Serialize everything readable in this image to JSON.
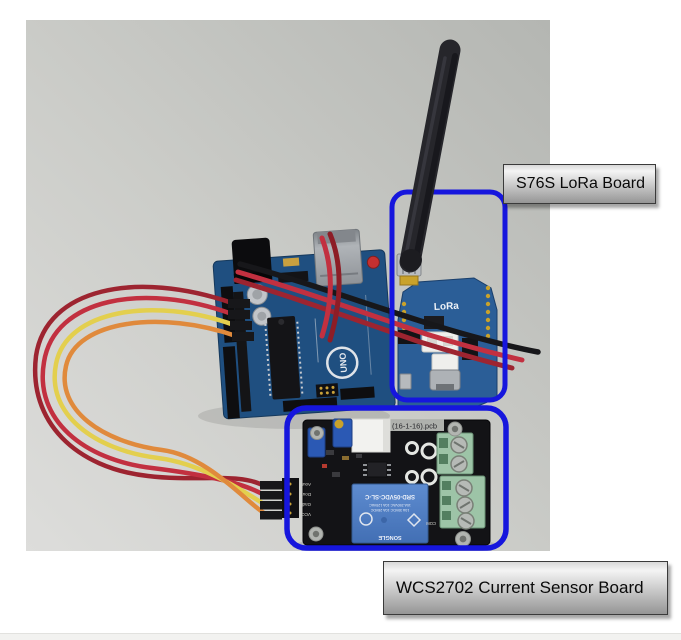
{
  "callouts": {
    "lora_label": "S76S LoRa Board",
    "sensor_label": "WCS2702 Current Sensor Board"
  },
  "photo": {
    "lora_silk": "LoRa",
    "uno_logo": "UNO",
    "pcb_note": "(16-1-16).pcb",
    "relay_line1": "SRD-05VDC-SL-C",
    "relay_ratings1": "10A 250VAC  10A 125VAC",
    "relay_ratings2": "10A 30VDC   10A 28VDC",
    "relay_brand": "SONGLE",
    "terminal_label_com": "COM",
    "sensor_pins": [
      "Aout",
      "Dout",
      "Gnd",
      "VCC"
    ],
    "highlight_color": "#1616dd",
    "background_top": "#b6b8b4",
    "background_bottom": "#dcdcd9",
    "wire_red": "#c23040",
    "wire_dark_red": "#9d2430",
    "wire_yellow": "#e3cf4e",
    "wire_orange": "#e08a3c",
    "wire_black": "#17171a"
  }
}
